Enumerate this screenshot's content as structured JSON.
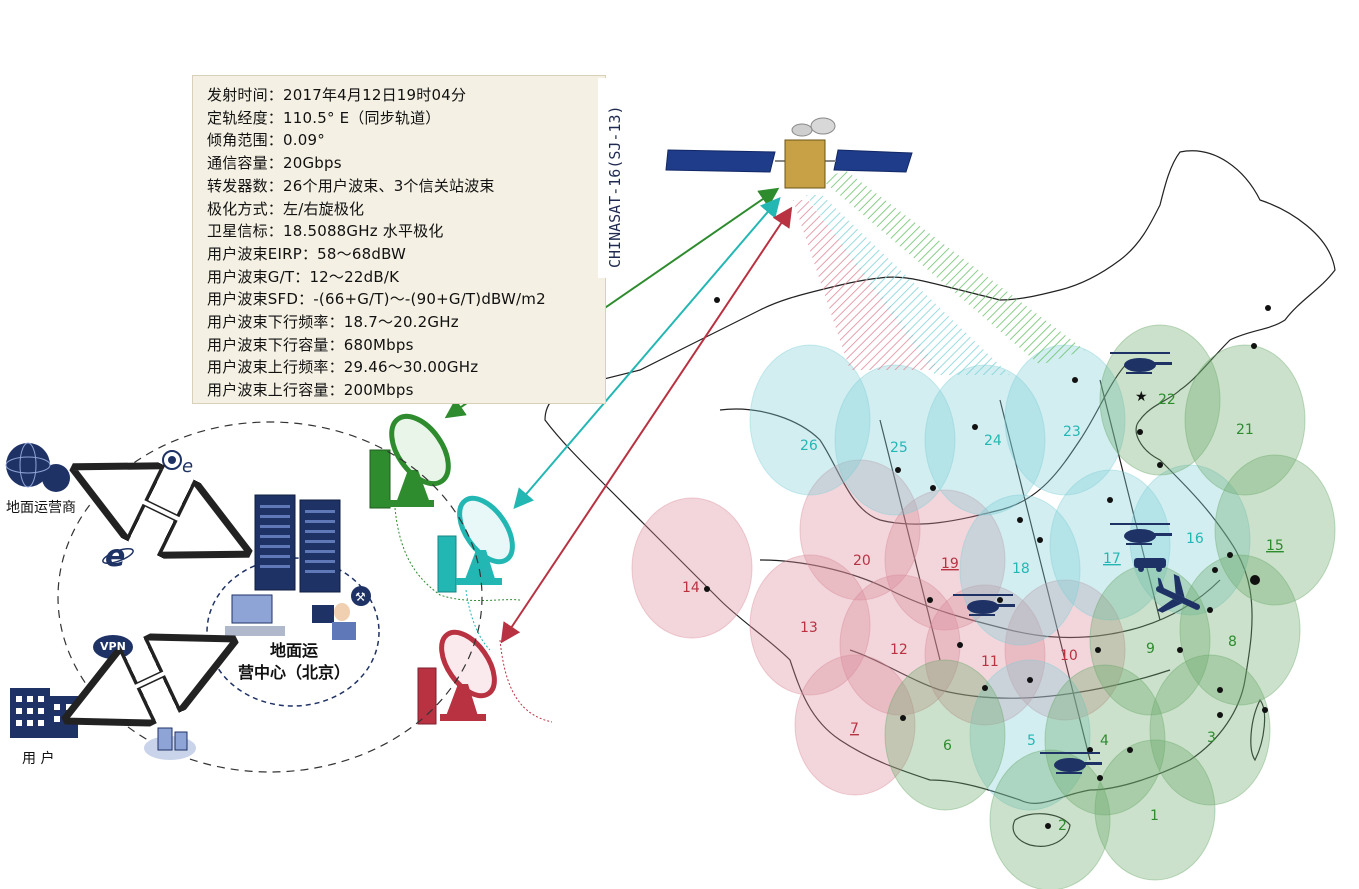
{
  "specs": [
    "发射时间：2017年4月12日19时04分",
    "定轨经度：110.5° E（同步轨道）",
    "倾角范围：0.09°",
    "通信容量：20Gbps",
    "转发器数：26个用户波束、3个信关站波束",
    "极化方式：左/右旋极化",
    "卫星信标：18.5088GHz 水平极化",
    "用户波束EIRP：58～68dBW",
    "用户波束G/T：12～22dB/K",
    "用户波束SFD：-(66+G/T)～-(90+G/T)dBW/m2",
    "用户波束下行频率：18.7～20.2GHz",
    "用户波束下行容量：680Mbps",
    "用户波束上行频率：29.46～30.00GHz",
    "用户波束上行容量：200Mbps"
  ],
  "satellite_name": "CHINASAT-16(SJ-13)",
  "labels": {
    "ground_operator": "地面运营商",
    "user": "用 户",
    "vpn": "VPN",
    "center_line1": "地面运",
    "center_line2": "营中心（北京）"
  },
  "colors": {
    "green": "#2e8b2e",
    "teal": "#23b7b4",
    "red": "#b83242",
    "green_fill": "#6aa86a",
    "teal_fill": "#7fcfd6",
    "red_fill": "#d98a98",
    "dark_blue": "#1f3266"
  },
  "beams": [
    {
      "id": "1",
      "color": "green"
    },
    {
      "id": "2",
      "color": "green"
    },
    {
      "id": "3",
      "color": "green"
    },
    {
      "id": "4",
      "color": "green"
    },
    {
      "id": "5",
      "color": "teal"
    },
    {
      "id": "6",
      "color": "green"
    },
    {
      "id": "7",
      "color": "red"
    },
    {
      "id": "8",
      "color": "green"
    },
    {
      "id": "9",
      "color": "green"
    },
    {
      "id": "10",
      "color": "red"
    },
    {
      "id": "11",
      "color": "red"
    },
    {
      "id": "12",
      "color": "red"
    },
    {
      "id": "13",
      "color": "red"
    },
    {
      "id": "14",
      "color": "red"
    },
    {
      "id": "15",
      "color": "green"
    },
    {
      "id": "16",
      "color": "teal"
    },
    {
      "id": "17",
      "color": "teal"
    },
    {
      "id": "18",
      "color": "teal"
    },
    {
      "id": "19",
      "color": "red"
    },
    {
      "id": "20",
      "color": "red"
    },
    {
      "id": "21",
      "color": "green"
    },
    {
      "id": "22",
      "color": "green"
    },
    {
      "id": "23",
      "color": "teal"
    },
    {
      "id": "24",
      "color": "teal"
    },
    {
      "id": "25",
      "color": "teal"
    },
    {
      "id": "26",
      "color": "teal"
    }
  ]
}
